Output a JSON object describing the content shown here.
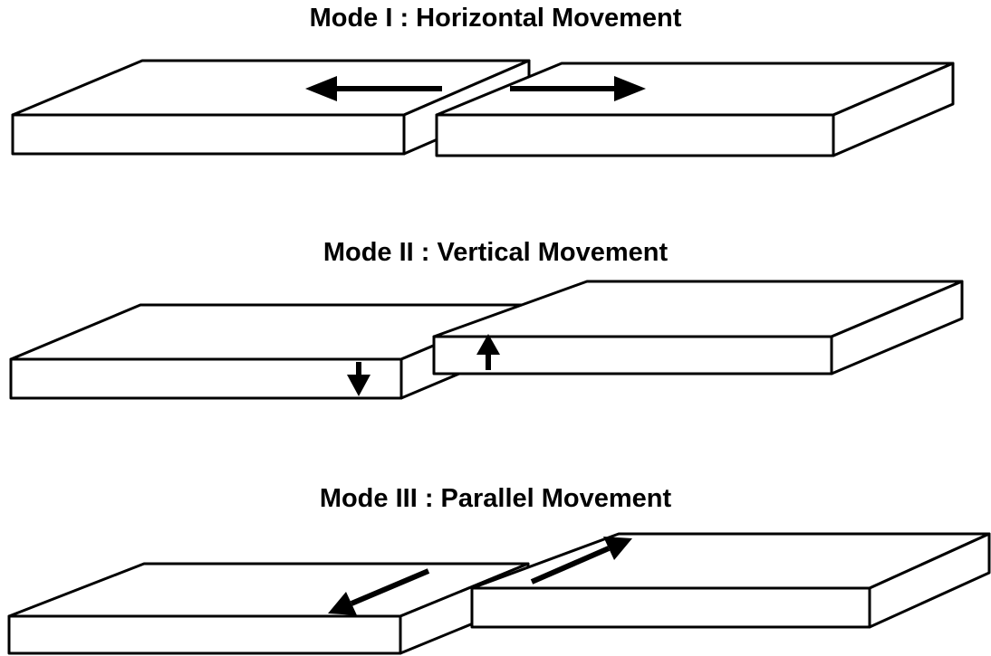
{
  "modes": [
    {
      "title": "Mode I : Horizontal Movement",
      "movement": "horizontal"
    },
    {
      "title": "Mode II : Vertical Movement",
      "movement": "vertical"
    },
    {
      "title": "Mode III : Parallel Movement",
      "movement": "parallel"
    }
  ],
  "colors": {
    "line": "#000000",
    "background": "#ffffff"
  }
}
